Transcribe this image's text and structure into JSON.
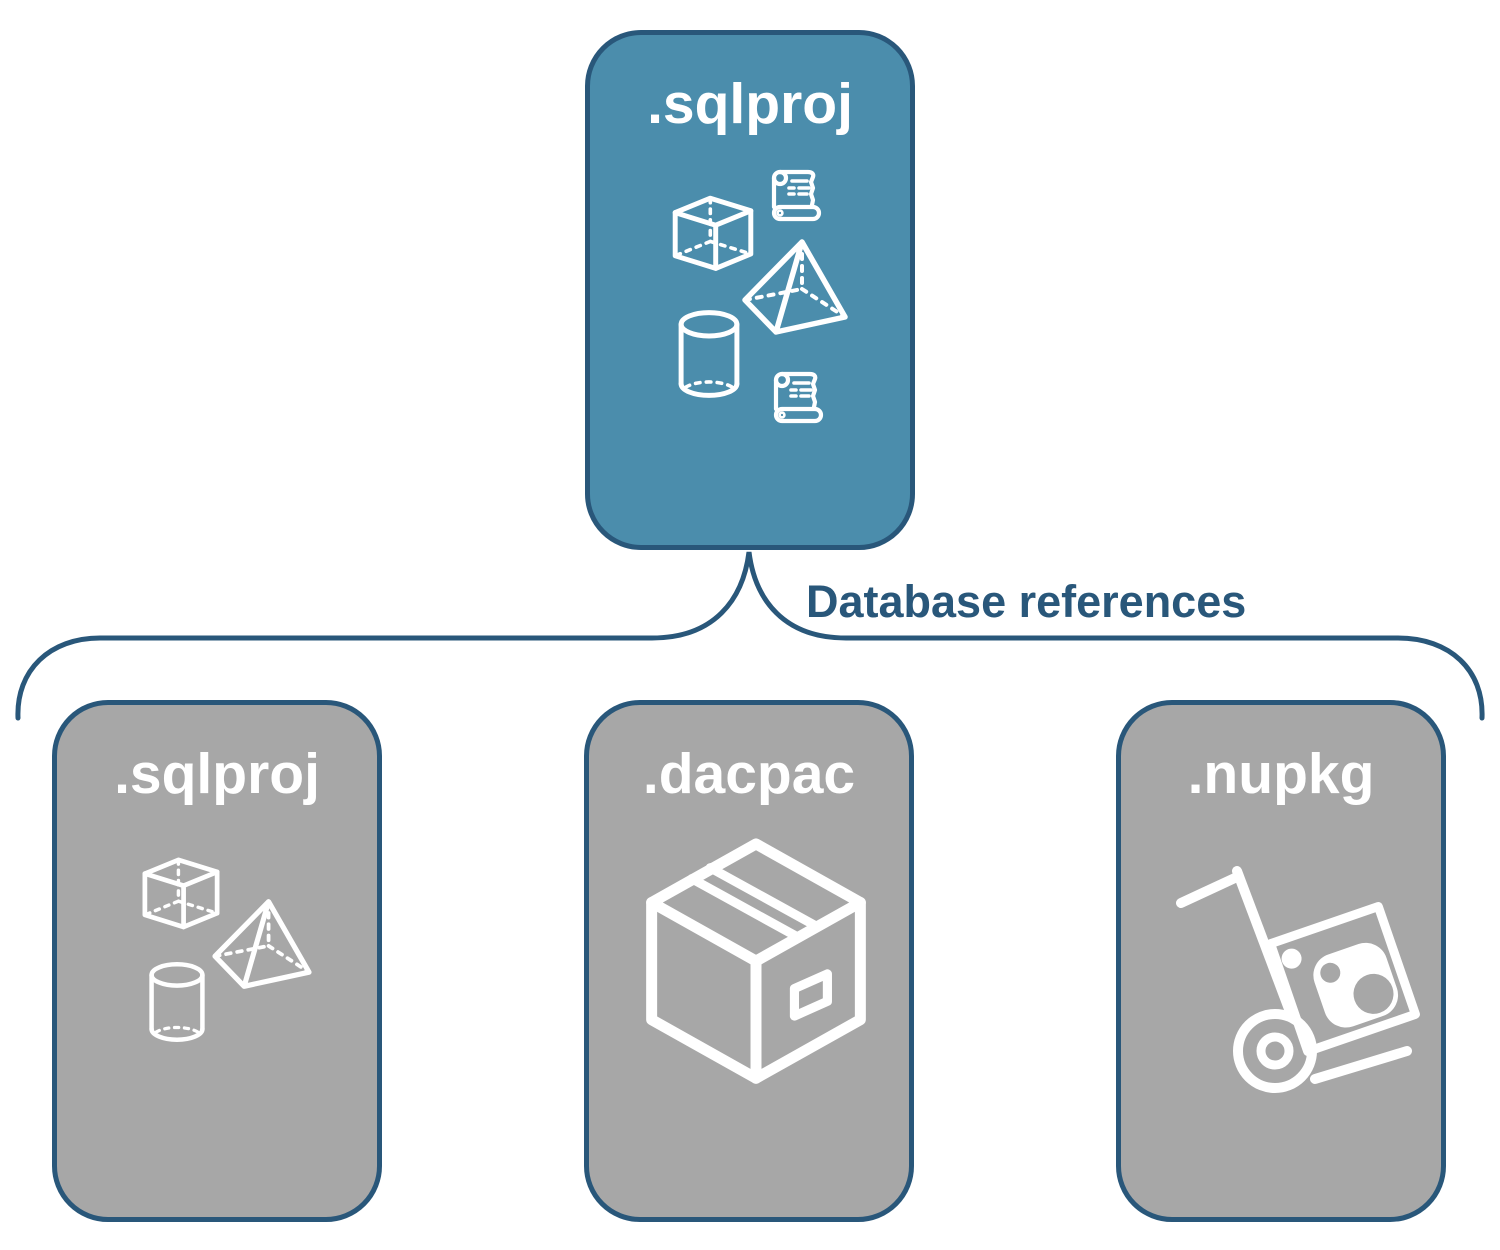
{
  "colors": {
    "teal_fill": "#4b8dac",
    "gray_fill": "#a7a7a7",
    "line_dark_blue": "#29577a",
    "icon_white": "#ffffff"
  },
  "diagram": {
    "parent": {
      "label": ".sqlproj",
      "icons": [
        "cube-icon",
        "scroll-icon",
        "pyramid-icon",
        "cylinder-icon",
        "scroll-icon"
      ]
    },
    "connector": {
      "label": "Database references"
    },
    "children": [
      {
        "label": ".sqlproj",
        "icons": [
          "cube-icon",
          "pyramid-icon",
          "cylinder-icon"
        ]
      },
      {
        "label": ".dacpac",
        "icons": [
          "package-box-icon"
        ]
      },
      {
        "label": ".nupkg",
        "icons": [
          "hand-truck-package-icon"
        ]
      }
    ]
  }
}
